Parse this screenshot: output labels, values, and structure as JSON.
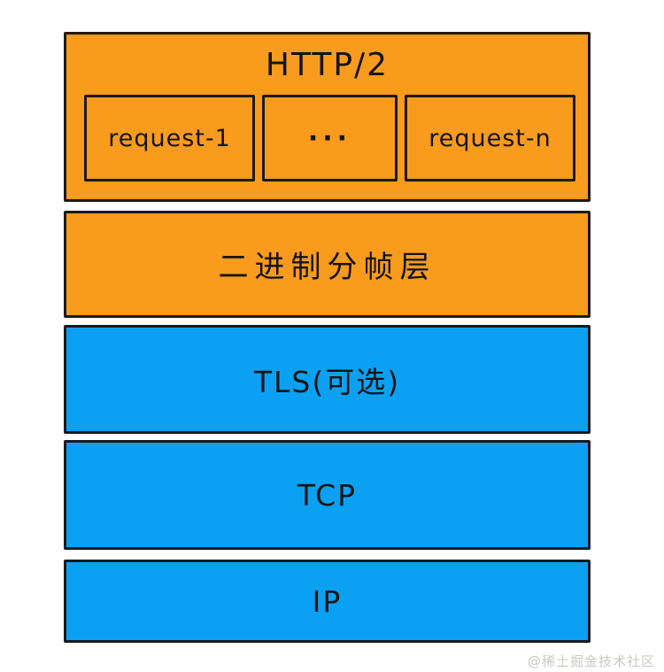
{
  "diagram": {
    "http2_layer": {
      "title": "HTTP/2",
      "requests": [
        {
          "label": "request-1"
        },
        {
          "label": "···"
        },
        {
          "label": "request-n"
        }
      ]
    },
    "layers": [
      {
        "label": "二进制分帧层",
        "color_name": "orange"
      },
      {
        "label": "TLS(可选)",
        "color_name": "blue"
      },
      {
        "label": "TCP",
        "color_name": "blue"
      },
      {
        "label": "IP",
        "color_name": "blue"
      }
    ],
    "colors": {
      "orange": "#F99B1D",
      "blue": "#0AA1F2",
      "border": "#1a1a1a",
      "background": "#FFFFFF",
      "watermark": "#C9C9C5"
    }
  },
  "watermark": {
    "text": "@稀土掘金技术社区"
  }
}
